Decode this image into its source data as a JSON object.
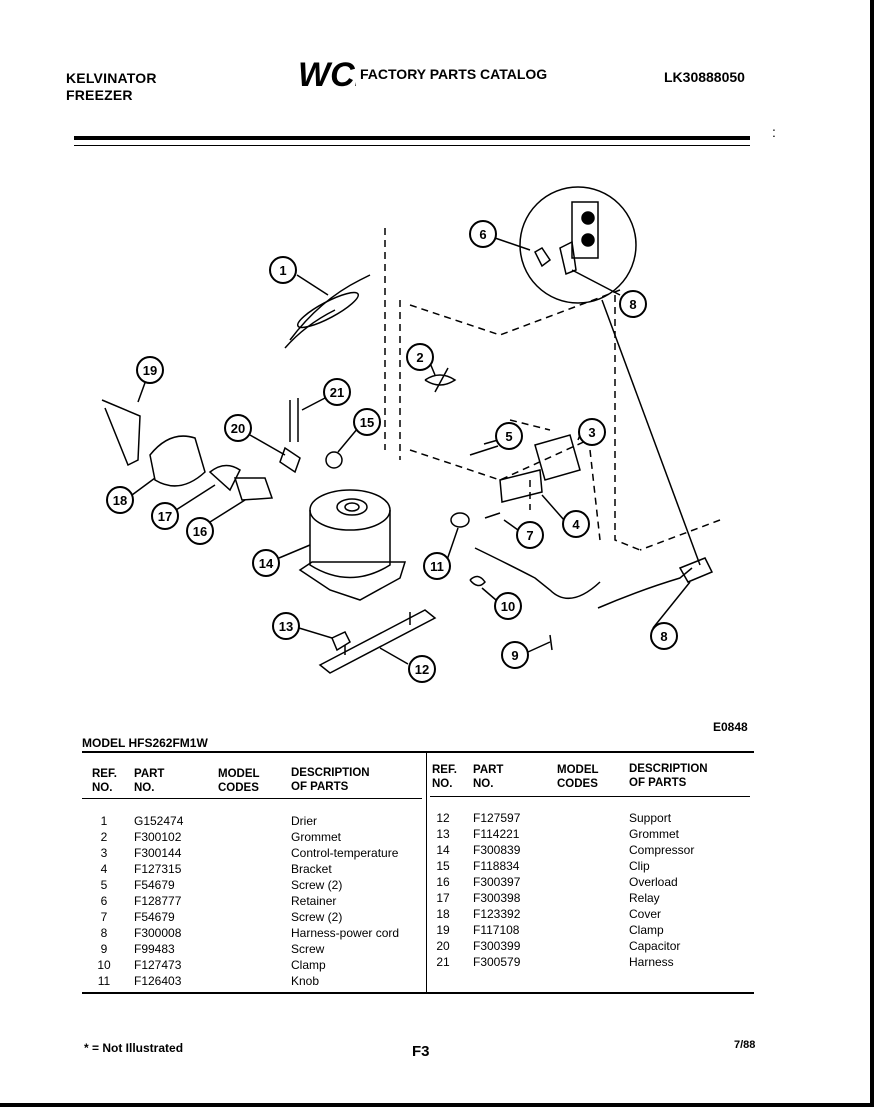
{
  "header": {
    "brand_line1": "KELVINATOR",
    "brand_line2": "FREEZER",
    "logo_text": "WCI",
    "catalog_title": "FACTORY PARTS CATALOG",
    "catalog_code": "LK30888050",
    "corner_mark": ":"
  },
  "diagram": {
    "figure_code": "E0848",
    "callouts": [
      "1",
      "2",
      "3",
      "4",
      "5",
      "6",
      "7",
      "8",
      "8",
      "9",
      "10",
      "11",
      "12",
      "13",
      "14",
      "15",
      "16",
      "17",
      "18",
      "19",
      "20",
      "21"
    ]
  },
  "table": {
    "model_line": "MODEL HFS262FM1W",
    "headers": {
      "ref_no": [
        "REF.",
        "NO."
      ],
      "part_no": [
        "PART",
        "NO."
      ],
      "model_codes": [
        "MODEL",
        "CODES"
      ],
      "description": [
        "DESCRIPTION",
        "OF PARTS"
      ]
    },
    "left_rows": [
      {
        "ref": "1",
        "part": "G152474",
        "desc": "Drier"
      },
      {
        "ref": "2",
        "part": "F300102",
        "desc": "Grommet"
      },
      {
        "ref": "3",
        "part": "F300144",
        "desc": "Control-temperature"
      },
      {
        "ref": "4",
        "part": "F127315",
        "desc": "Bracket"
      },
      {
        "ref": "5",
        "part": "F54679",
        "desc": "Screw (2)"
      },
      {
        "ref": "6",
        "part": "F128777",
        "desc": "Retainer"
      },
      {
        "ref": "7",
        "part": "F54679",
        "desc": "Screw (2)"
      },
      {
        "ref": "8",
        "part": "F300008",
        "desc": "Harness-power cord"
      },
      {
        "ref": "9",
        "part": "F99483",
        "desc": "Screw"
      },
      {
        "ref": "10",
        "part": "F127473",
        "desc": "Clamp"
      },
      {
        "ref": "11",
        "part": "F126403",
        "desc": "Knob"
      }
    ],
    "right_rows": [
      {
        "ref": "12",
        "part": "F127597",
        "desc": "Support"
      },
      {
        "ref": "13",
        "part": "F114221",
        "desc": "Grommet"
      },
      {
        "ref": "14",
        "part": "F300839",
        "desc": "Compressor"
      },
      {
        "ref": "15",
        "part": "F118834",
        "desc": "Clip"
      },
      {
        "ref": "16",
        "part": "F300397",
        "desc": "Overload"
      },
      {
        "ref": "17",
        "part": "F300398",
        "desc": "Relay"
      },
      {
        "ref": "18",
        "part": "F123392",
        "desc": "Cover"
      },
      {
        "ref": "19",
        "part": "F117108",
        "desc": "Clamp"
      },
      {
        "ref": "20",
        "part": "F300399",
        "desc": "Capacitor"
      },
      {
        "ref": "21",
        "part": "F300579",
        "desc": "Harness"
      }
    ]
  },
  "footer": {
    "footnote": "* = Not Illustrated",
    "page_number": "F3",
    "date": "7/88"
  }
}
